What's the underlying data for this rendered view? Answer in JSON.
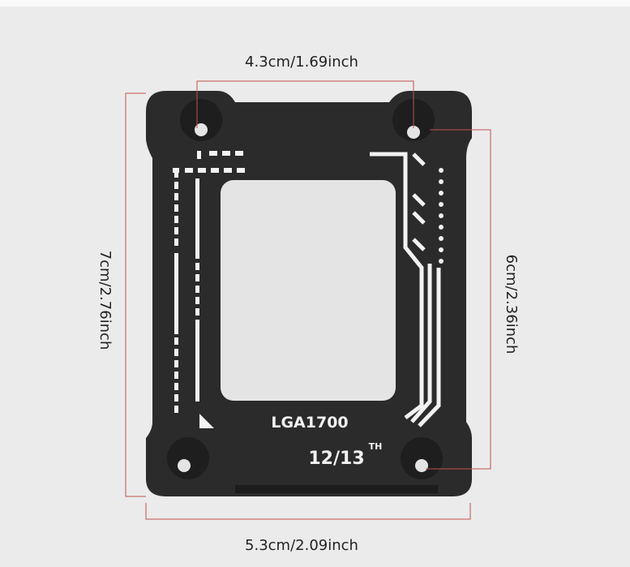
{
  "product": {
    "model_label": "LGA1700",
    "generation_label": "12/13",
    "generation_suffix": "TH"
  },
  "dimensions": {
    "top": "4.3cm/1.69inch",
    "left": "7cm/2.76inch",
    "right": "6cm/2.36inch",
    "bottom": "5.3cm/2.09inch"
  },
  "colors": {
    "background": "#ebebeb",
    "plate": "#2b2b2b",
    "dimension_line": "#c0504d",
    "markings": "#f2f2f2"
  }
}
